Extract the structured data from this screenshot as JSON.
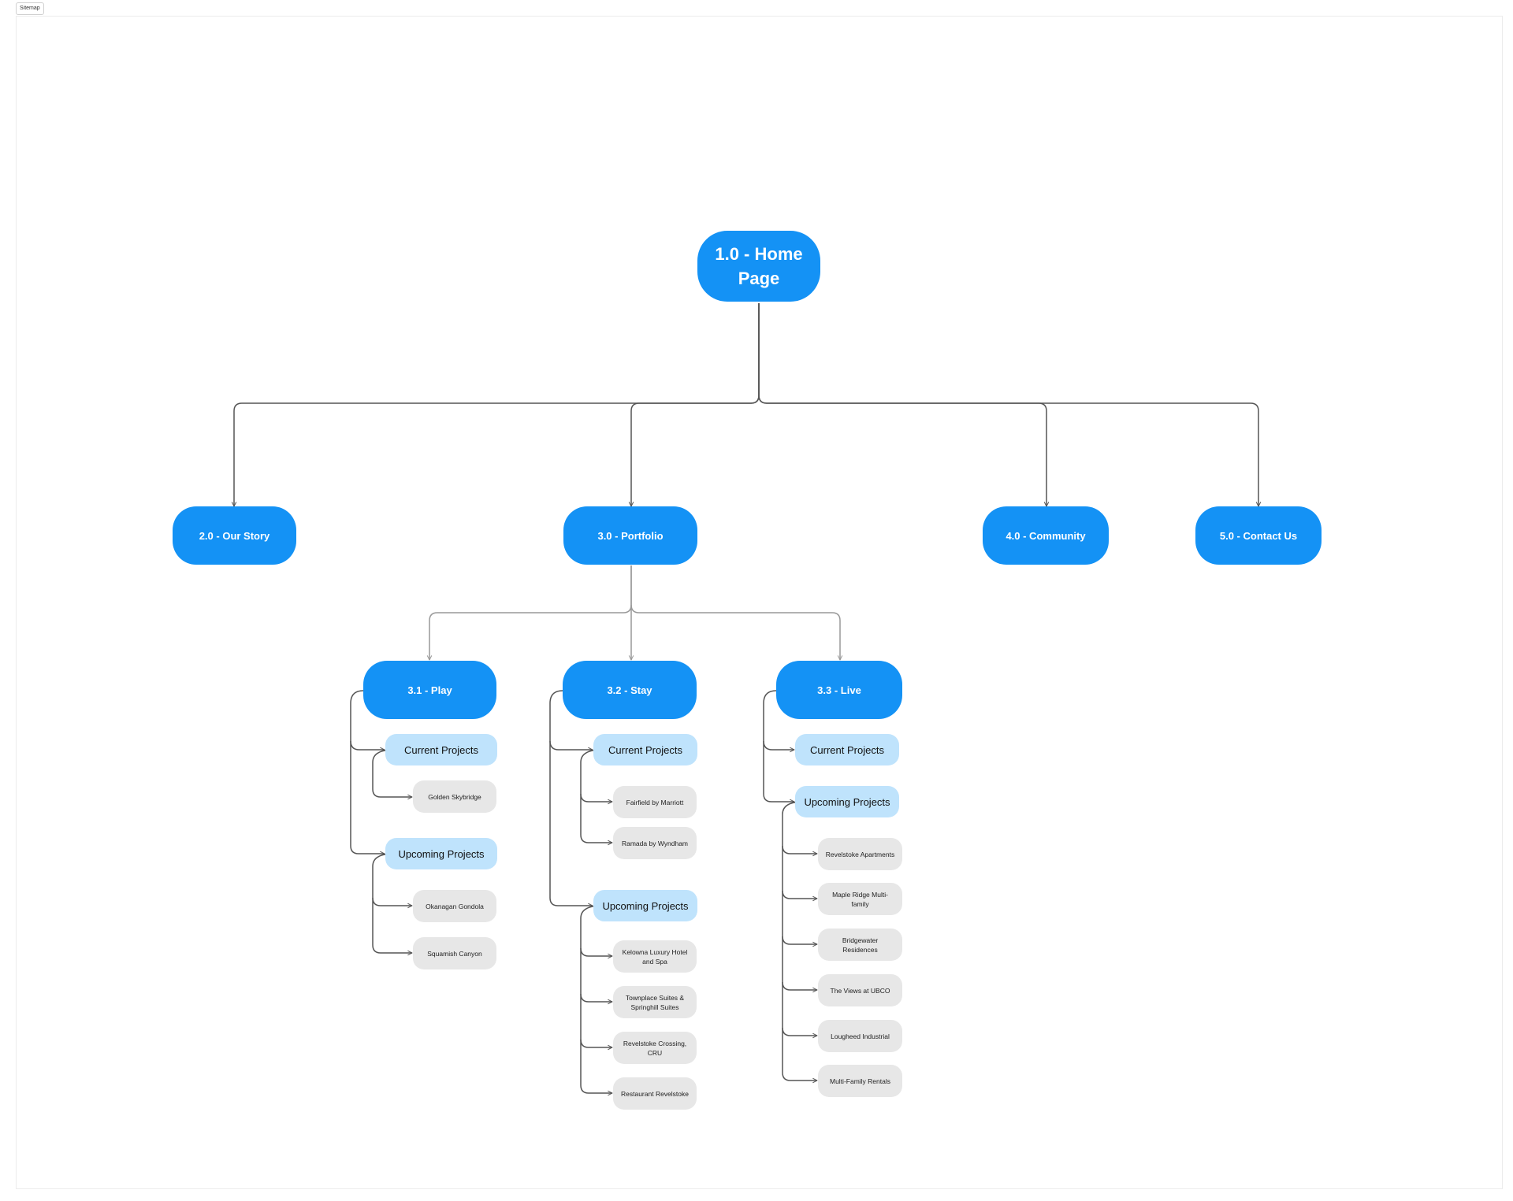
{
  "frame_label": "Sitemap",
  "home": "1.0 - Home Page",
  "sections": {
    "our_story": "2.0 - Our Story",
    "portfolio": "3.0 - Portfolio",
    "community": "4.0 - Community",
    "contact": "5.0 - Contact Us"
  },
  "play": {
    "title": "3.1 - Play",
    "current_label": "Current Projects",
    "current": [
      "Golden Skybridge"
    ],
    "upcoming_label": "Upcoming Projects",
    "upcoming": [
      "Okanagan Gondola",
      "Squamish Canyon"
    ]
  },
  "stay": {
    "title": "3.2 - Stay",
    "current_label": "Current Projects",
    "current": [
      "Fairfield by Marriott",
      "Ramada by Wyndham"
    ],
    "upcoming_label": "Upcoming Projects",
    "upcoming": [
      "Kelowna Luxury Hotel and Spa",
      "Townplace Suites & Springhill Suites",
      "Revelstoke Crossing, CRU",
      "Restaurant Revelstoke"
    ]
  },
  "live": {
    "title": "3.3 - Live",
    "current_label": "Current Projects",
    "upcoming_label": "Upcoming Projects",
    "upcoming": [
      "Revelstoke Apartments",
      "Maple Ridge Multi-family",
      "Bridgewater Residences",
      "The Views at UBCO",
      "Lougheed Industrial",
      "Multi-Family Rentals"
    ]
  },
  "colors": {
    "primary": "#1492f5",
    "secondary": "#bfe3fc",
    "leaf": "#e7e7e7",
    "connector": "#555555"
  }
}
